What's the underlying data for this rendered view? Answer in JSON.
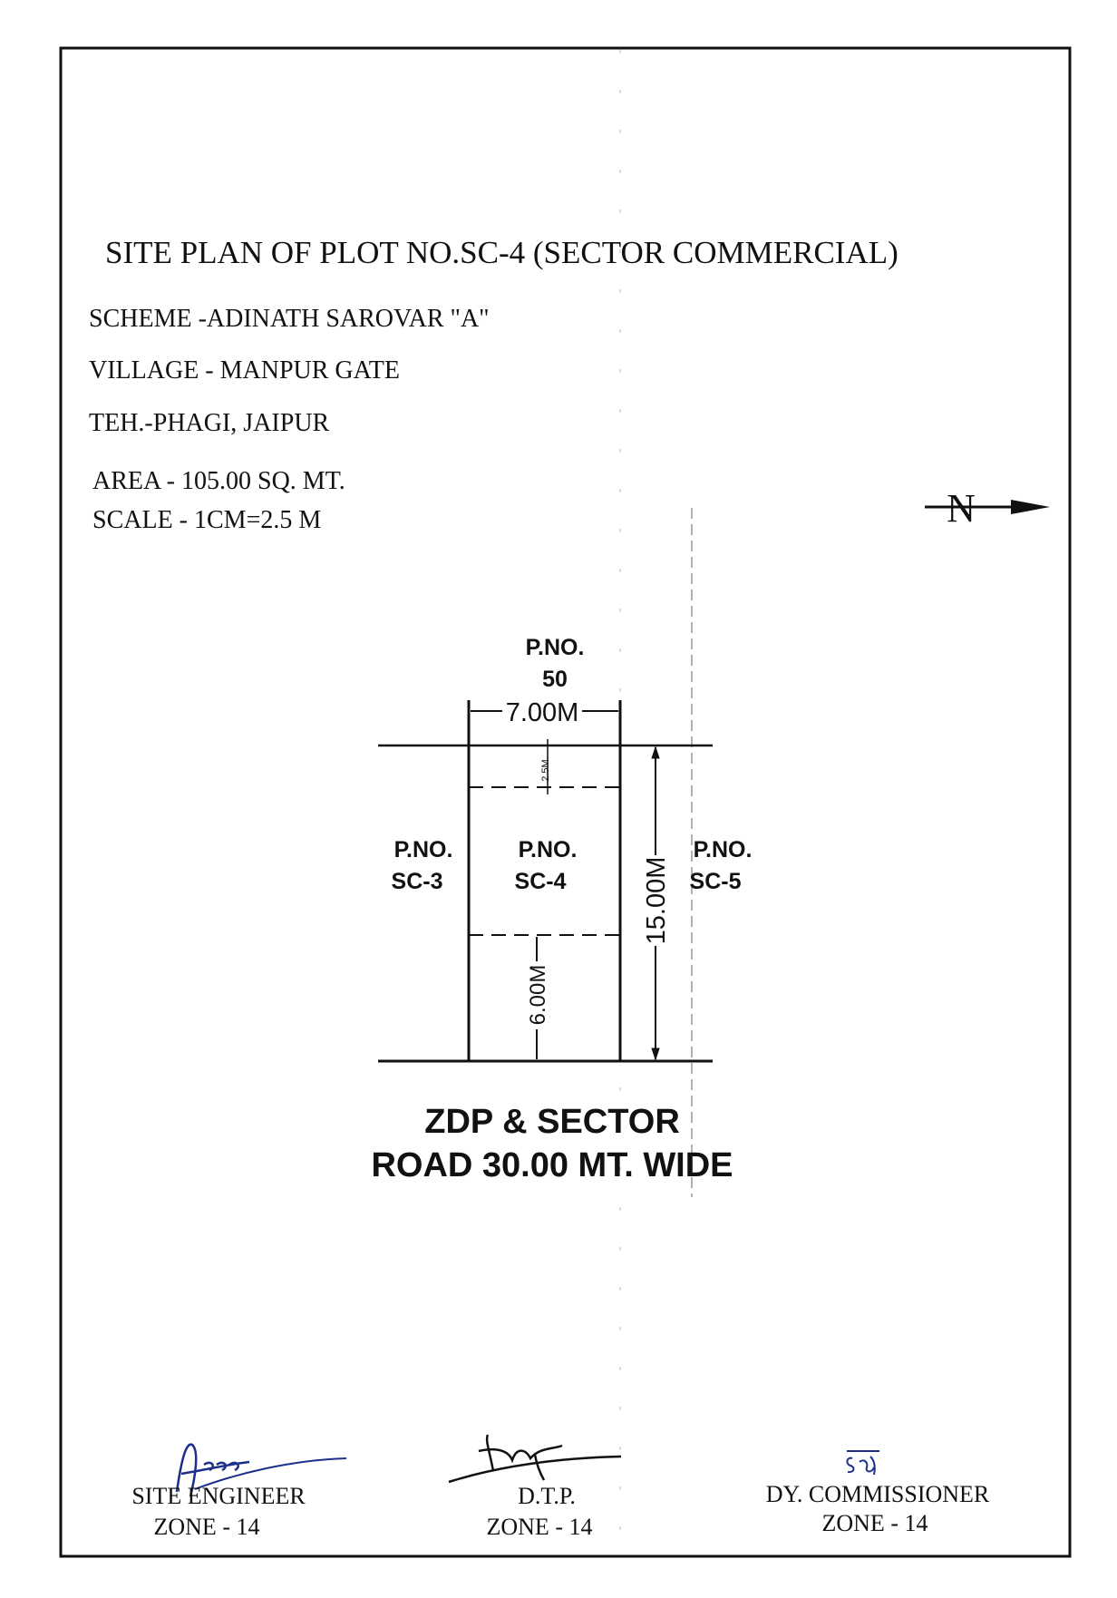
{
  "title": "SITE PLAN OF PLOT NO.SC-4 (SECTOR COMMERCIAL)",
  "details": {
    "scheme": "SCHEME -ADINATH SAROVAR \"A\"",
    "village": "VILLAGE  - MANPUR GATE",
    "tehsil": "TEH.-PHAGI, JAIPUR",
    "area": "AREA  - 105.00  SQ. MT.",
    "scale": "SCALE -  1CM=2.5 M"
  },
  "north_arrow": {
    "label": "N"
  },
  "plan": {
    "north_plot": [
      "P.NO.",
      "50"
    ],
    "west_plot": [
      "P.NO.",
      "SC-3"
    ],
    "subject_plot": [
      "P.NO.",
      "SC-4"
    ],
    "east_plot": [
      "P.NO.",
      "SC-5"
    ],
    "width_dim": "7.00M",
    "depth_dim": "15.00M",
    "rear_setback_dim": "2.5M.",
    "front_setback_dim": "6.00M",
    "road_label": [
      "ZDP & SECTOR",
      "ROAD 30.00 MT. WIDE"
    ]
  },
  "signatories": [
    {
      "title": "SITE ENGINEER",
      "zone": "ZONE - 14"
    },
    {
      "title": "D.T.P.",
      "zone": "ZONE - 14"
    },
    {
      "title": "DY. COMMISSIONER",
      "zone": "ZONE - 14"
    }
  ]
}
